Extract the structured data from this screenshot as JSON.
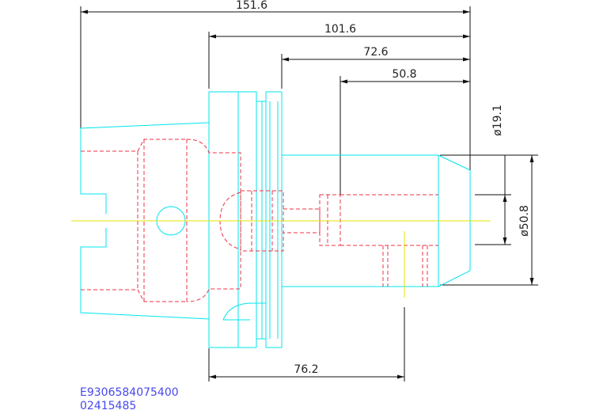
{
  "dimensions": {
    "overall_length": "151.6",
    "flange_to_tip": "101.6",
    "body_length": "72.6",
    "bore_depth": "50.8",
    "flange_to_crossbore": "76.2",
    "bore_diameter": "ø19.1",
    "body_diameter": "ø50.8"
  },
  "part_codes": {
    "line1": "E9306584075400",
    "line2": "02415485"
  },
  "colors": {
    "outline": "#00e5ee",
    "hidden": "#ee3344",
    "center": "#e6e600",
    "dimension": "#111111",
    "code_text": "#4848ee"
  }
}
